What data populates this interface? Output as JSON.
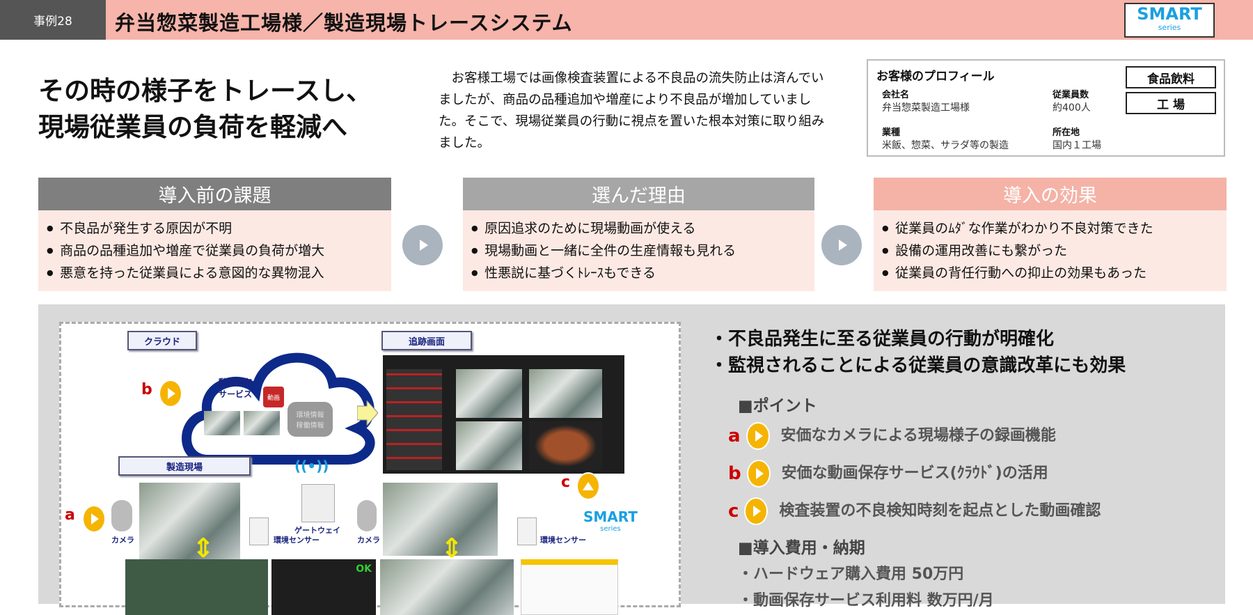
{
  "header": {
    "case_label": "事例28",
    "title": "弁当惣菜製造工場様／製造現場トレースシステム",
    "logo_main": "SMART",
    "logo_sub": "series"
  },
  "headline": [
    "その時の様子をトレースし、",
    "現場従業員の負荷を軽減へ"
  ],
  "intro": "お客様工場では画像検査装置による不良品の流失防止は済んでいましたが、商品の品種追加や増産により不良品が増加していました。そこで、現場従業員の行動に視点を置いた根本対策に取り組みました。",
  "profile": {
    "title": "お客様のプロフィール",
    "company_label": "会社名",
    "company": "弁当惣菜製造工場様",
    "employees_label": "従業員数",
    "employees": "約400人",
    "industry_label": "業種",
    "industry": "米飯、惣菜、サラダ等の製造",
    "location_label": "所在地",
    "location": "国内１工場",
    "tags": [
      "食品飲料",
      "工 場"
    ]
  },
  "columns": [
    {
      "title": "導入前の課題",
      "color": "#7f7f7f",
      "items": [
        "不良品が発生する原因が不明",
        "商品の品種追加や増産で従業員の負荷が増大",
        "悪意を持った従業員による意図的な異物混入"
      ]
    },
    {
      "title": "選んだ理由",
      "color": "#a6a6a6",
      "items": [
        "原因追求のために現場動画が使える",
        "現場動画と一緒に全件の生産情報も見れる",
        "性悪説に基づくﾄﾚｰｽもできる"
      ]
    },
    {
      "title": "導入の効果",
      "color": "#f4b3a6",
      "items": [
        "従業員のﾑﾀﾞな作業がわかり不良対策できた",
        "設備の運用改善にも繋がった",
        "従業員の背任行動への抑止の効果もあった"
      ]
    }
  ],
  "diagram": {
    "cloud_label": "クラウド",
    "screen_label": "追跡画面",
    "site_label": "製造現場",
    "service": "動画保存\nサービス",
    "video": "動画",
    "db": "環境情報\n稼働情報",
    "gateway": "ゲートウェイ",
    "camera": "カメラ",
    "sensor": "環境センサー",
    "logo_main": "SMART",
    "logo_sub": "series",
    "ok": "OK",
    "markers": [
      "a",
      "b",
      "c"
    ]
  },
  "effects": {
    "results": [
      "・不良品発生に至る従業員の行動が明確化",
      "・監視されることによる従業員の意識改革にも効果"
    ],
    "points_title": "■ポイント",
    "points": [
      {
        "mark": "a",
        "text": "安価なカメラによる現場様子の録画機能"
      },
      {
        "mark": "b",
        "text": "安価な動画保存サービス(ｸﾗｳﾄﾞ)の活用"
      },
      {
        "mark": "c",
        "text": "検査装置の不良検知時刻を起点とした動画確認"
      }
    ],
    "cost_title": "■導入費用・納期",
    "costs": [
      "・ハードウェア購入費用 50万円",
      "・動画保存サービス利用料 数万円/月"
    ]
  },
  "colors": {
    "header": "#f6b4aa",
    "accent_yellow": "#f5b400",
    "marker_red": "#cc0000",
    "smart_blue": "#1aa0e0"
  }
}
